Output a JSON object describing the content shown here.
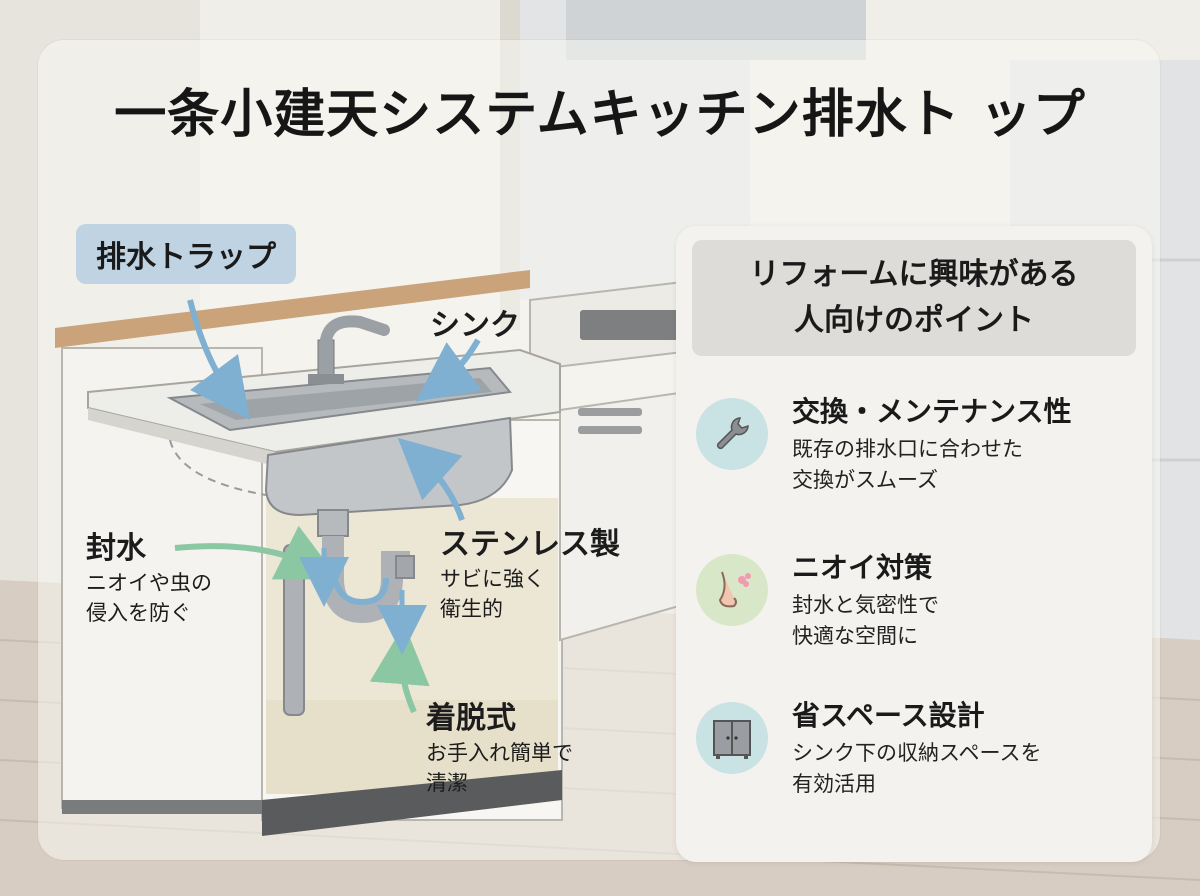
{
  "title": "一条小建天システムキッチン排水ト ップ",
  "diagram": {
    "drain_trap_tag": "排水トラップ",
    "sink_label": "シンク",
    "water_seal": {
      "title": "封水",
      "lines": [
        "ニオイや虫の",
        "侵入を防ぐ"
      ]
    },
    "stainless": {
      "title": "ステンレス製",
      "lines": [
        "サビに強く",
        "衛生的"
      ]
    },
    "removable": {
      "title": "着脱式",
      "lines": [
        "お手入れ簡単で",
        "清潔"
      ]
    }
  },
  "panel": {
    "heading_lines": [
      "リフォームに興味がある",
      "人向けのポイント"
    ],
    "features": [
      {
        "icon": "wrench-icon",
        "title": "交換・メンテナンス性",
        "lines": [
          "既存の排水口に合わせた",
          "交換がスムーズ"
        ],
        "color": "#c9e2e4"
      },
      {
        "icon": "nose-icon",
        "title": "ニオイ対策",
        "lines": [
          "封水と気密性で",
          "快適な空間に"
        ],
        "color": "#d9e7c9"
      },
      {
        "icon": "cabinet-icon",
        "title": "省スペース設計",
        "lines": [
          "シンク下の収納スペースを",
          "有効活用"
        ],
        "color": "#c9e2e4"
      }
    ]
  },
  "colors": {
    "accent_blue": "#7fb0d1",
    "accent_green": "#8cc7a4",
    "tag_bg": "#bfd3e3"
  }
}
